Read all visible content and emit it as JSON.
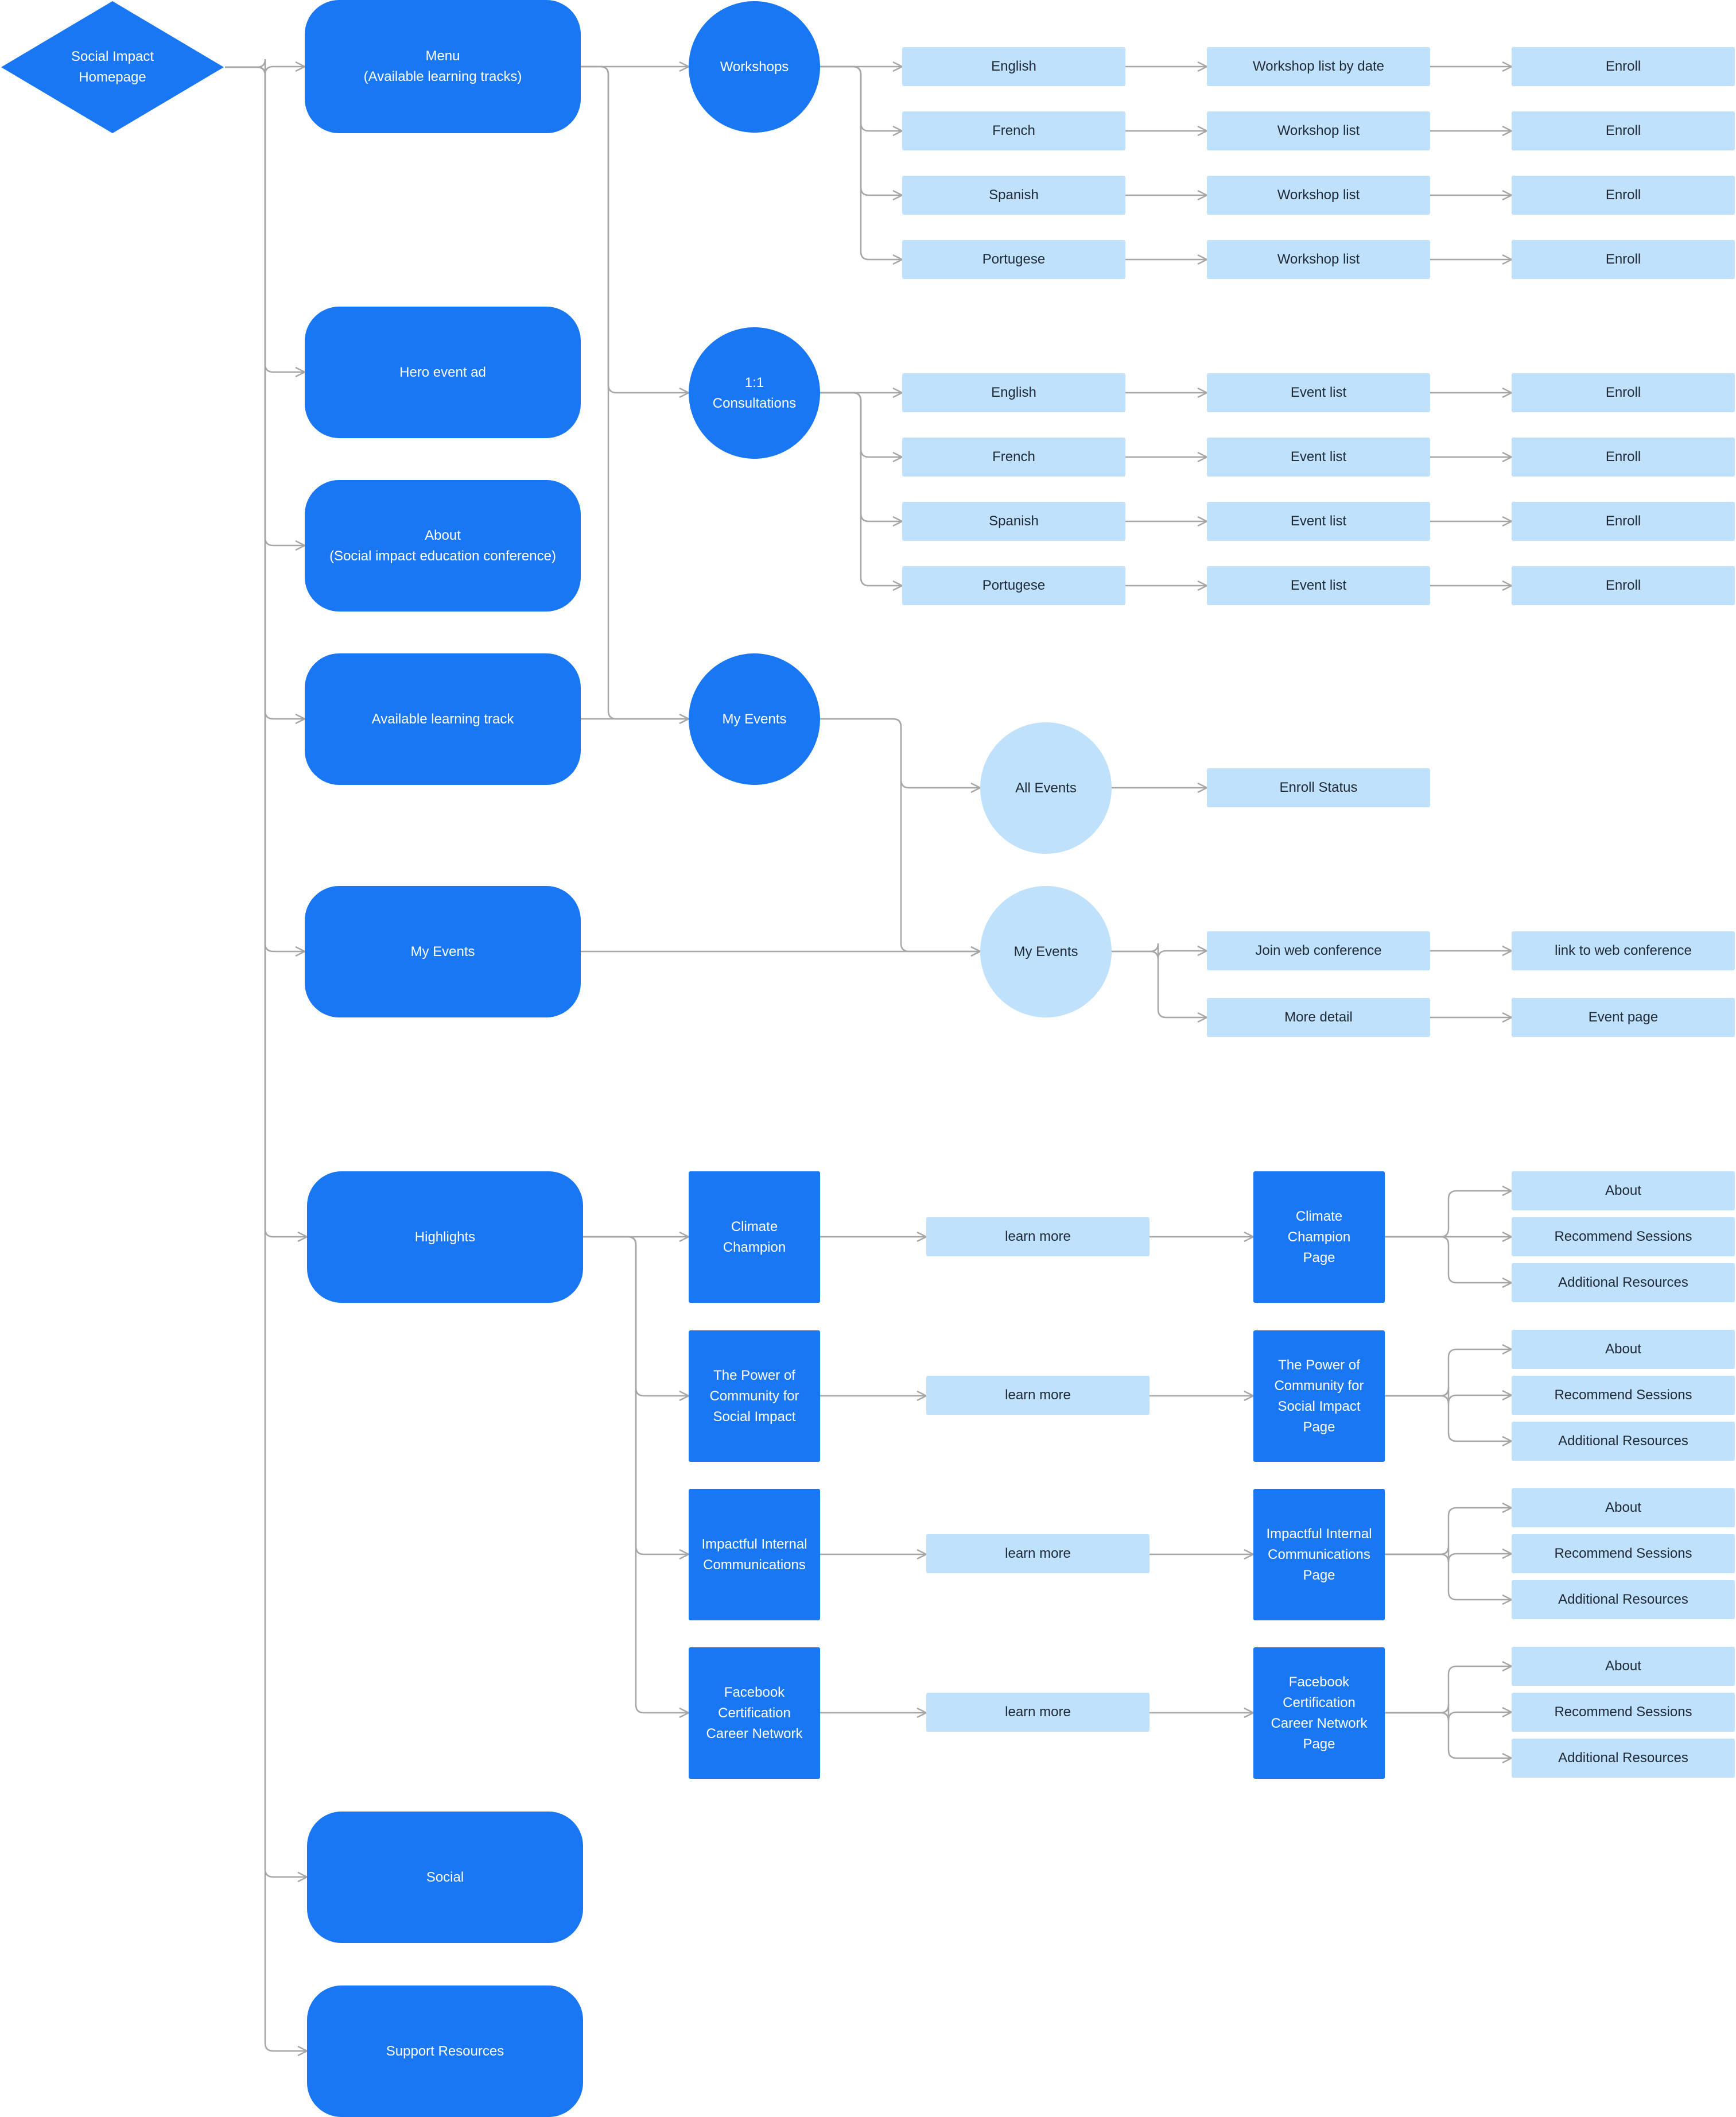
{
  "colors": {
    "primary": "#1977f3",
    "secondary": "#bfe1fb",
    "connector": "#a6a6a6",
    "text_on_light": "#1f2a36",
    "text_on_dark": "#ffffff"
  },
  "root": {
    "label": "Social Impact\nHomepage"
  },
  "sections": {
    "menu": "Menu\n(Available learning tracks)",
    "hero": "Hero event ad",
    "about": "About\n(Social impact education conference)",
    "available_track": "Available learning track",
    "my_events": "My Events",
    "highlights": "Highlights",
    "social": "Social",
    "support": "Support Resources"
  },
  "tracks": {
    "workshops": {
      "label": "Workshops",
      "rows": [
        {
          "language": "English",
          "list": "Workshop list by date",
          "action": "Enroll"
        },
        {
          "language": "French",
          "list": "Workshop list",
          "action": "Enroll"
        },
        {
          "language": "Spanish",
          "list": "Workshop list",
          "action": "Enroll"
        },
        {
          "language": "Portugese",
          "list": "Workshop list",
          "action": "Enroll"
        }
      ]
    },
    "consultations": {
      "label": "1:1\nConsultations",
      "rows": [
        {
          "language": "English",
          "list": "Event list",
          "action": "Enroll"
        },
        {
          "language": "French",
          "list": "Event list",
          "action": "Enroll"
        },
        {
          "language": "Spanish",
          "list": "Event list",
          "action": "Enroll"
        },
        {
          "language": "Portugese",
          "list": "Event list",
          "action": "Enroll"
        }
      ]
    },
    "my_events_track": {
      "label": "My Events"
    }
  },
  "events": {
    "all_events": "All Events",
    "enroll_status": "Enroll Status",
    "my_events": "My Events",
    "join_conference": "Join web conference",
    "link_conference": "link to web conference",
    "more_detail": "More detail",
    "event_page": "Event page"
  },
  "highlights": [
    {
      "title": "Climate\nChampion",
      "cta": "learn more",
      "page": "Climate\nChampion\nPage",
      "items": [
        "About",
        "Recommend Sessions",
        "Additional Resources"
      ]
    },
    {
      "title": "The Power of\nCommunity for\nSocial Impact",
      "cta": "learn more",
      "page": "The Power of\nCommunity for\nSocial Impact\nPage",
      "items": [
        "About",
        "Recommend Sessions",
        "Additional Resources"
      ]
    },
    {
      "title": "Impactful Internal\nCommunications",
      "cta": "learn more",
      "page": "Impactful Internal\nCommunications\nPage",
      "items": [
        "About",
        "Recommend Sessions",
        "Additional Resources"
      ]
    },
    {
      "title": "Facebook\nCertification\nCareer Network",
      "cta": "learn more",
      "page": "Facebook\nCertification\nCareer Network\nPage",
      "items": [
        "About",
        "Recommend Sessions",
        "Additional Resources"
      ]
    }
  ]
}
